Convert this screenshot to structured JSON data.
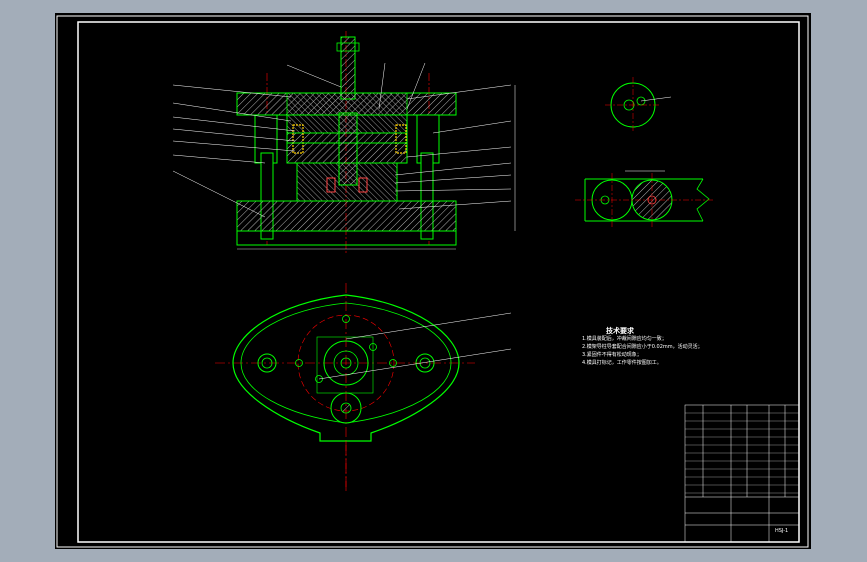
{
  "colors": {
    "viewport_bg": "#a3adb9",
    "paper": "#000000",
    "outline": "#00ff00",
    "centerline": "#ff0000",
    "hatch": "#b4b4b4",
    "text": "#ffffff",
    "border": "#ffffff",
    "leader": "#ffffff",
    "spring": "#ffd000",
    "highlight": "#ff4444"
  },
  "drawing": {
    "title_block": {
      "drawing_no": "HSJ-1"
    },
    "tech_requirements": {
      "title": "技术要求",
      "items": [
        "1.模具装配后，冲裁间隙应均匀一致；",
        "2.模架导柱导套配合间隙应小于0.02mm，活动灵活；",
        "3.紧固件不得有松动现象；",
        "4.模具打标记，工作零件按图加工。"
      ]
    }
  }
}
